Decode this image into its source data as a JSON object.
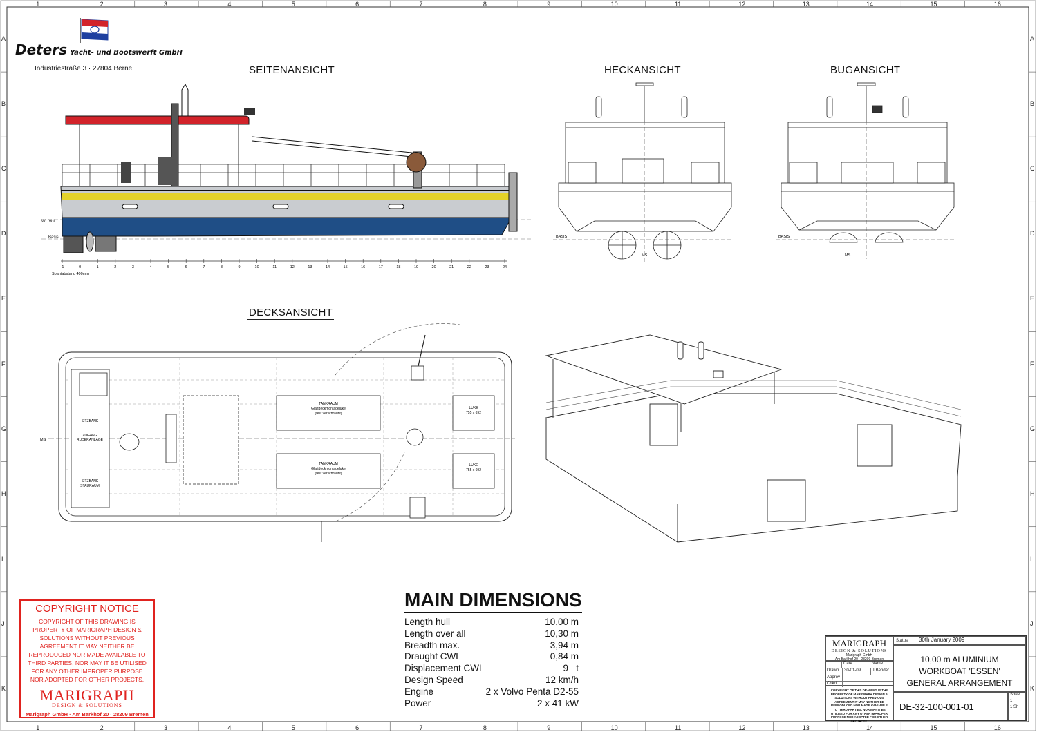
{
  "company": {
    "name": "Deters",
    "name_suffix": "Yacht- und Bootswerft GmbH",
    "address": "Industriestraße 3 · 27804 Berne"
  },
  "border": {
    "columns": [
      "1",
      "2",
      "3",
      "4",
      "5",
      "6",
      "7",
      "8",
      "9",
      "10",
      "11",
      "12",
      "13",
      "14",
      "15",
      "16"
    ],
    "rows": [
      "A",
      "B",
      "C",
      "D",
      "E",
      "F",
      "G",
      "H",
      "I",
      "J",
      "K"
    ]
  },
  "views": {
    "side": "SEITENANSICHT",
    "stern": "HECKANSICHT",
    "bow": "BUGANSICHT",
    "deck": "DECKSANSICHT"
  },
  "side_view": {
    "wl_label": "WL Voll",
    "basis_label": "Basis",
    "frame_note": "Spantabstand 400mm",
    "frames": [
      "-1",
      "0",
      "1",
      "2",
      "3",
      "4",
      "5",
      "6",
      "7",
      "8",
      "9",
      "10",
      "11",
      "12",
      "13",
      "14",
      "15",
      "16",
      "17",
      "18",
      "19",
      "20",
      "21",
      "22",
      "23",
      "24"
    ]
  },
  "section_views": {
    "basis_label": "BASIS",
    "ms_label": "MS"
  },
  "deck_view": {
    "ms_label": "MS",
    "tank1_title": "TANKRAUM",
    "tank1_line2": "Glattdeckmontageluke",
    "tank1_line3": "(fest verschraubt)",
    "tank2_title": "TANKRAUM",
    "tank2_line2": "Glattdeckmontageluke",
    "tank2_line3": "(fest verschraubt)",
    "hatch1_title": "LUKE",
    "hatch1_size": "755 x 692",
    "hatch2_title": "LUKE",
    "hatch2_size": "755 x 692",
    "sitzbank": "SITZBANK",
    "zugang": "ZUGANG",
    "ruderanlage": "RUDERANLAGE",
    "sitzbank2": "SITZBANK",
    "stauraum": "STAURAUM"
  },
  "copyright": {
    "title": "COPYRIGHT NOTICE",
    "text": "COPYRIGHT OF THIS DRAWING IS PROPERTY OF MARIGRAPH DESIGN & SOLUTIONS WITHOUT PREVIOUS AGREEMENT IT MAY NEITHER BE REPRODUCED NOR MADE AVAILABLE TO THIRD PARTIES, NOR MAY IT BE UTILISED FOR ANY OTHER IMPROPER PURPOSE NOR ADOPTED FOR OTHER PROJECTS.",
    "logo": "MARIGRAPH",
    "logo_sub": "DESIGN & SOLUTIONS",
    "address": "Marigraph GmbH · Am Barkhof 20 · 28209 Bremen"
  },
  "main_dimensions": {
    "title": "MAIN DIMENSIONS",
    "rows": [
      {
        "label": "Length hull",
        "value": "10,00 m"
      },
      {
        "label": "Length over all",
        "value": "10,30 m"
      },
      {
        "label": "Breadth max.",
        "value": "3,94 m"
      },
      {
        "label": "Draught CWL",
        "value": "0,84 m"
      },
      {
        "label": "Displacement CWL",
        "value": "9   t"
      },
      {
        "label": "Design Speed",
        "value": "12 km/h"
      },
      {
        "label": "Engine",
        "value": "2 x Volvo Penta D2-55"
      },
      {
        "label": "Power",
        "value": "2 x 41 kW"
      }
    ]
  },
  "title_block": {
    "logo": "MARIGRAPH",
    "logo_sub": "DESIGN & SOLUTIONS",
    "logo_addr1": "Marigraph GmbH",
    "logo_addr2": "Am Barkhof 20 · 28209 Bremen",
    "status_label": "Status",
    "date": "30th January 2009",
    "title_line1": "10,00 m ALUMINIUM",
    "title_line2": "WORKBOAT 'ESSEN'",
    "title_line3": "GENERAL ARRANGEMENT",
    "col_date": "Date",
    "col_name": "Name",
    "drawn_label": "Drawn",
    "drawn_date": "30-01-09",
    "drawn_name": "T.Bender",
    "approv_label": "Approv",
    "chkd_label": "Chkd",
    "notice": "COPYRIGHT OF THIS DRAWING IS THE PROPERTY OF MARIGRAPH DESIGN & SOLUTIONS WITHOUT PREVIOUS AGREEMENT IT MAY NEITHER BE REPRODUCED NOR MADE AVAILABLE TO THIRD PARTIES, NOR MAY IT BE UTILISED FOR ANY OTHER IMPROPER PURPOSE NOR ADOPTED FOR OTHER PROJECTS.",
    "drawing_number": "DE-32-100-001-01",
    "sheet_label": "Sheet",
    "sheet_no": "1",
    "sheet_of": "1  Sh"
  },
  "colors": {
    "hull_blue": "#1f4e86",
    "hull_gray": "#c9ccd0",
    "stripe_yellow": "#e4d22a",
    "roof_red": "#d2232a",
    "flag_blue": "#1d3fa0",
    "flag_red": "#d2232a",
    "copyright_red": "#e0231f"
  }
}
